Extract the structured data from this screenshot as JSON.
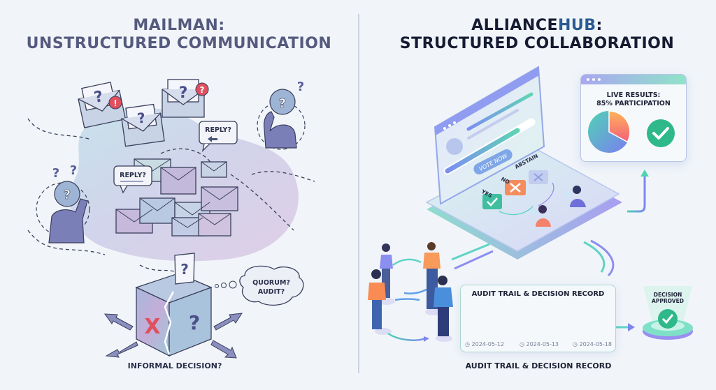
{
  "left_panel": {
    "title_line1": "MAILMAN:",
    "title_line2": "UNSTRUCTURED COMMUNICATION",
    "reply_bubbles": [
      "REPLY?",
      "REPLY?"
    ],
    "question_mark": "?",
    "alert_marks": [
      "!",
      "?"
    ],
    "thought_bubble_line1": "QUORUM?",
    "thought_bubble_line2": "AUDIT?",
    "ballot_box_marks": [
      "X",
      "?"
    ],
    "caption": "INFORMAL DECISION?"
  },
  "right_panel": {
    "title_prefix": "ALLIANCE",
    "title_highlight": "HUB",
    "title_suffix": ":",
    "title_line2": "STRUCTURED COLLABORATION",
    "vote_button": "VOTE NOW",
    "vote_options": [
      "YES",
      "NO",
      "ABSTAIN"
    ],
    "live_results": {
      "title_line1": "LIVE RESULTS:",
      "title_line2": "85% PARTICIPATION",
      "participation_percent": 85
    },
    "audit_trail": {
      "heading": "AUDIT TRAIL & DECISION RECORD",
      "dates": [
        "2024-05-12",
        "2024-05-13",
        "2024-05-18"
      ],
      "caption": "AUDIT TRAIL & DECISION RECORD"
    },
    "decision": {
      "line1": "DECISION",
      "line2": "APPROVED"
    }
  },
  "colors": {
    "left_title": "#555a7e",
    "right_title": "#161b33",
    "hub_accent": "#2a5b92",
    "green_check": "#2fb88a",
    "alert_red": "#e0505f",
    "envelope": "#c9d3e6"
  }
}
